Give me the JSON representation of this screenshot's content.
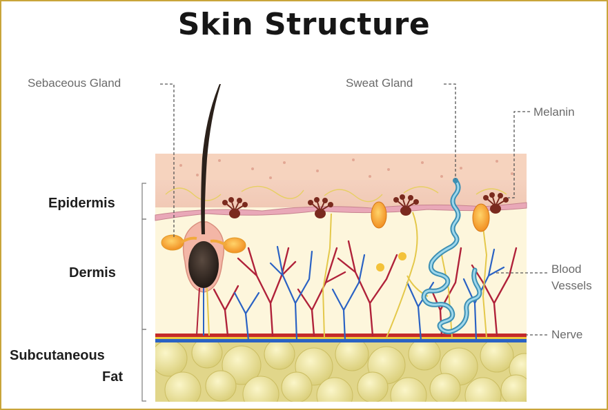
{
  "title": "Skin Structure",
  "labels": {
    "sebaceous_gland": "Sebaceous Gland",
    "sweat_gland": "Sweat Gland",
    "melanin": "Melanin",
    "blood_vessels_line1": "Blood",
    "blood_vessels_line2": "Vessels",
    "nerve": "Nerve"
  },
  "layers": {
    "epidermis": "Epidermis",
    "dermis": "Dermis",
    "subcutaneous_line1": "Subcutaneous",
    "subcutaneous_line2": "Fat"
  },
  "colors": {
    "frame": "#c9a53a",
    "epidermis": "#f4d6c4",
    "dermis": "#fdf6dc",
    "fat": "#e8df96",
    "hair": "#2b211b",
    "artery": "#b0223a",
    "vein": "#2a62c4",
    "nerve": "#e4c84a",
    "sweat_gland": "#6bb7d6",
    "melanin": "#7a2a1e"
  }
}
